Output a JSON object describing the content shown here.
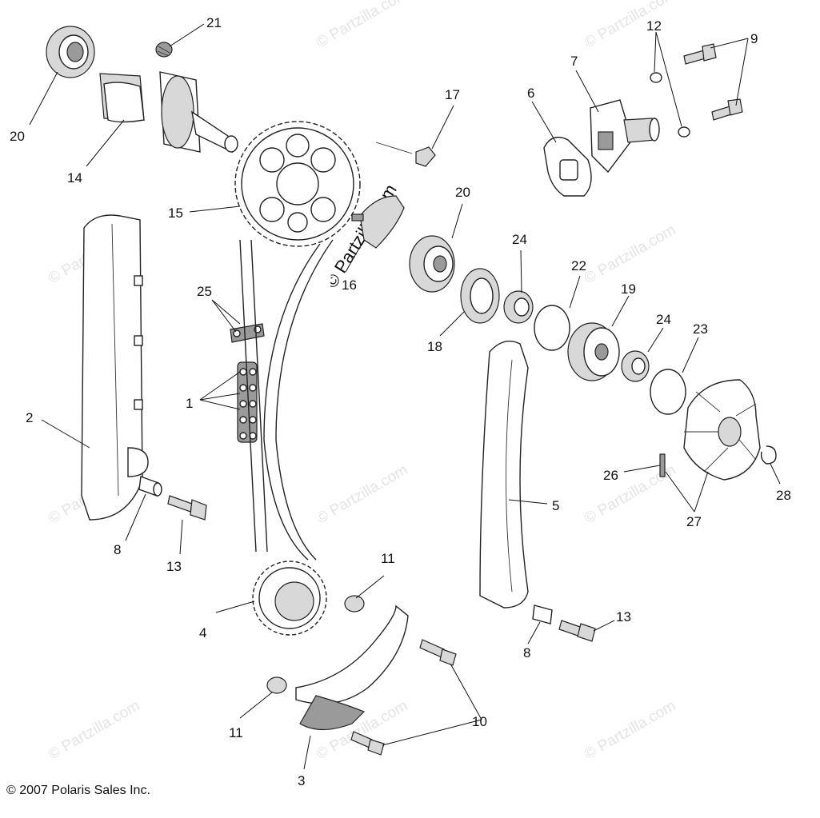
{
  "watermark": "© Partzilla.com",
  "copyright": "© 2007 Polaris Sales Inc.",
  "callouts": [
    "1",
    "2",
    "3",
    "4",
    "5",
    "6",
    "7",
    "8",
    "9",
    "10",
    "11",
    "12",
    "13",
    "14",
    "15",
    "16",
    "17",
    "18",
    "19",
    "20",
    "21",
    "22",
    "23",
    "24",
    "25",
    "26",
    "27",
    "28"
  ],
  "labels": {
    "l21": "21",
    "l20a": "20",
    "l14": "14",
    "l15": "15",
    "l2": "2",
    "l25": "25",
    "l1": "1",
    "l8a": "8",
    "l13a": "13",
    "l17": "17",
    "l16": "16",
    "l20b": "20",
    "l18": "18",
    "l24a": "24",
    "l22": "22",
    "l19": "19",
    "l24b": "24",
    "l23": "23",
    "l6": "6",
    "l7": "7",
    "l12": "12",
    "l9": "9",
    "l5": "5",
    "l26": "26",
    "l27": "27",
    "l28": "28",
    "l11a": "11",
    "l4": "4",
    "l13b": "13",
    "l8b": "8",
    "l10": "10",
    "l11b": "11",
    "l3": "3"
  }
}
